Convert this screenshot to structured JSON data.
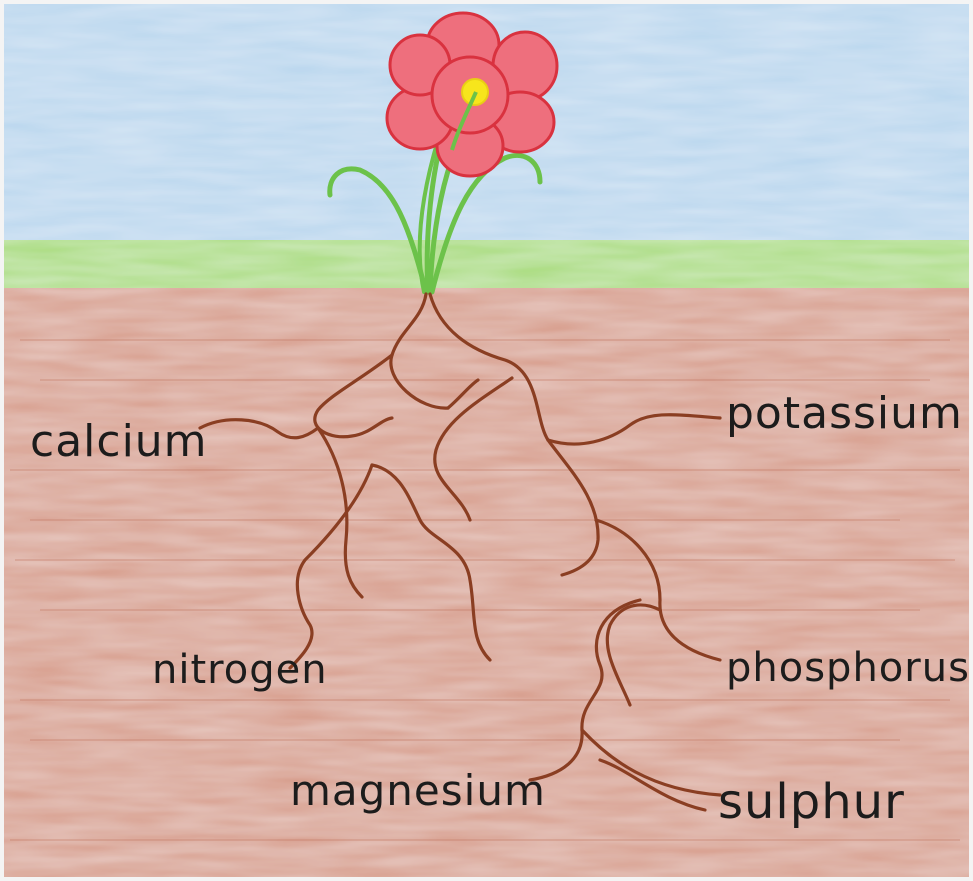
{
  "diagram": {
    "nutrients": {
      "calcium": "calcium",
      "potassium": "potassium",
      "nitrogen": "nitrogen",
      "phosphorus": "phosphorus",
      "magnesium": "magnesium",
      "sulphur": "sulphur"
    }
  },
  "colors": {
    "sky": "#b9d6ee",
    "grass": "#a9dc7d",
    "soil": "#d79c8a",
    "root": "#8a3e22",
    "stem": "#6cc24a",
    "petal": "#ee6f7d",
    "petal_outline": "#d9323f",
    "flower_center": "#f7e51c"
  }
}
